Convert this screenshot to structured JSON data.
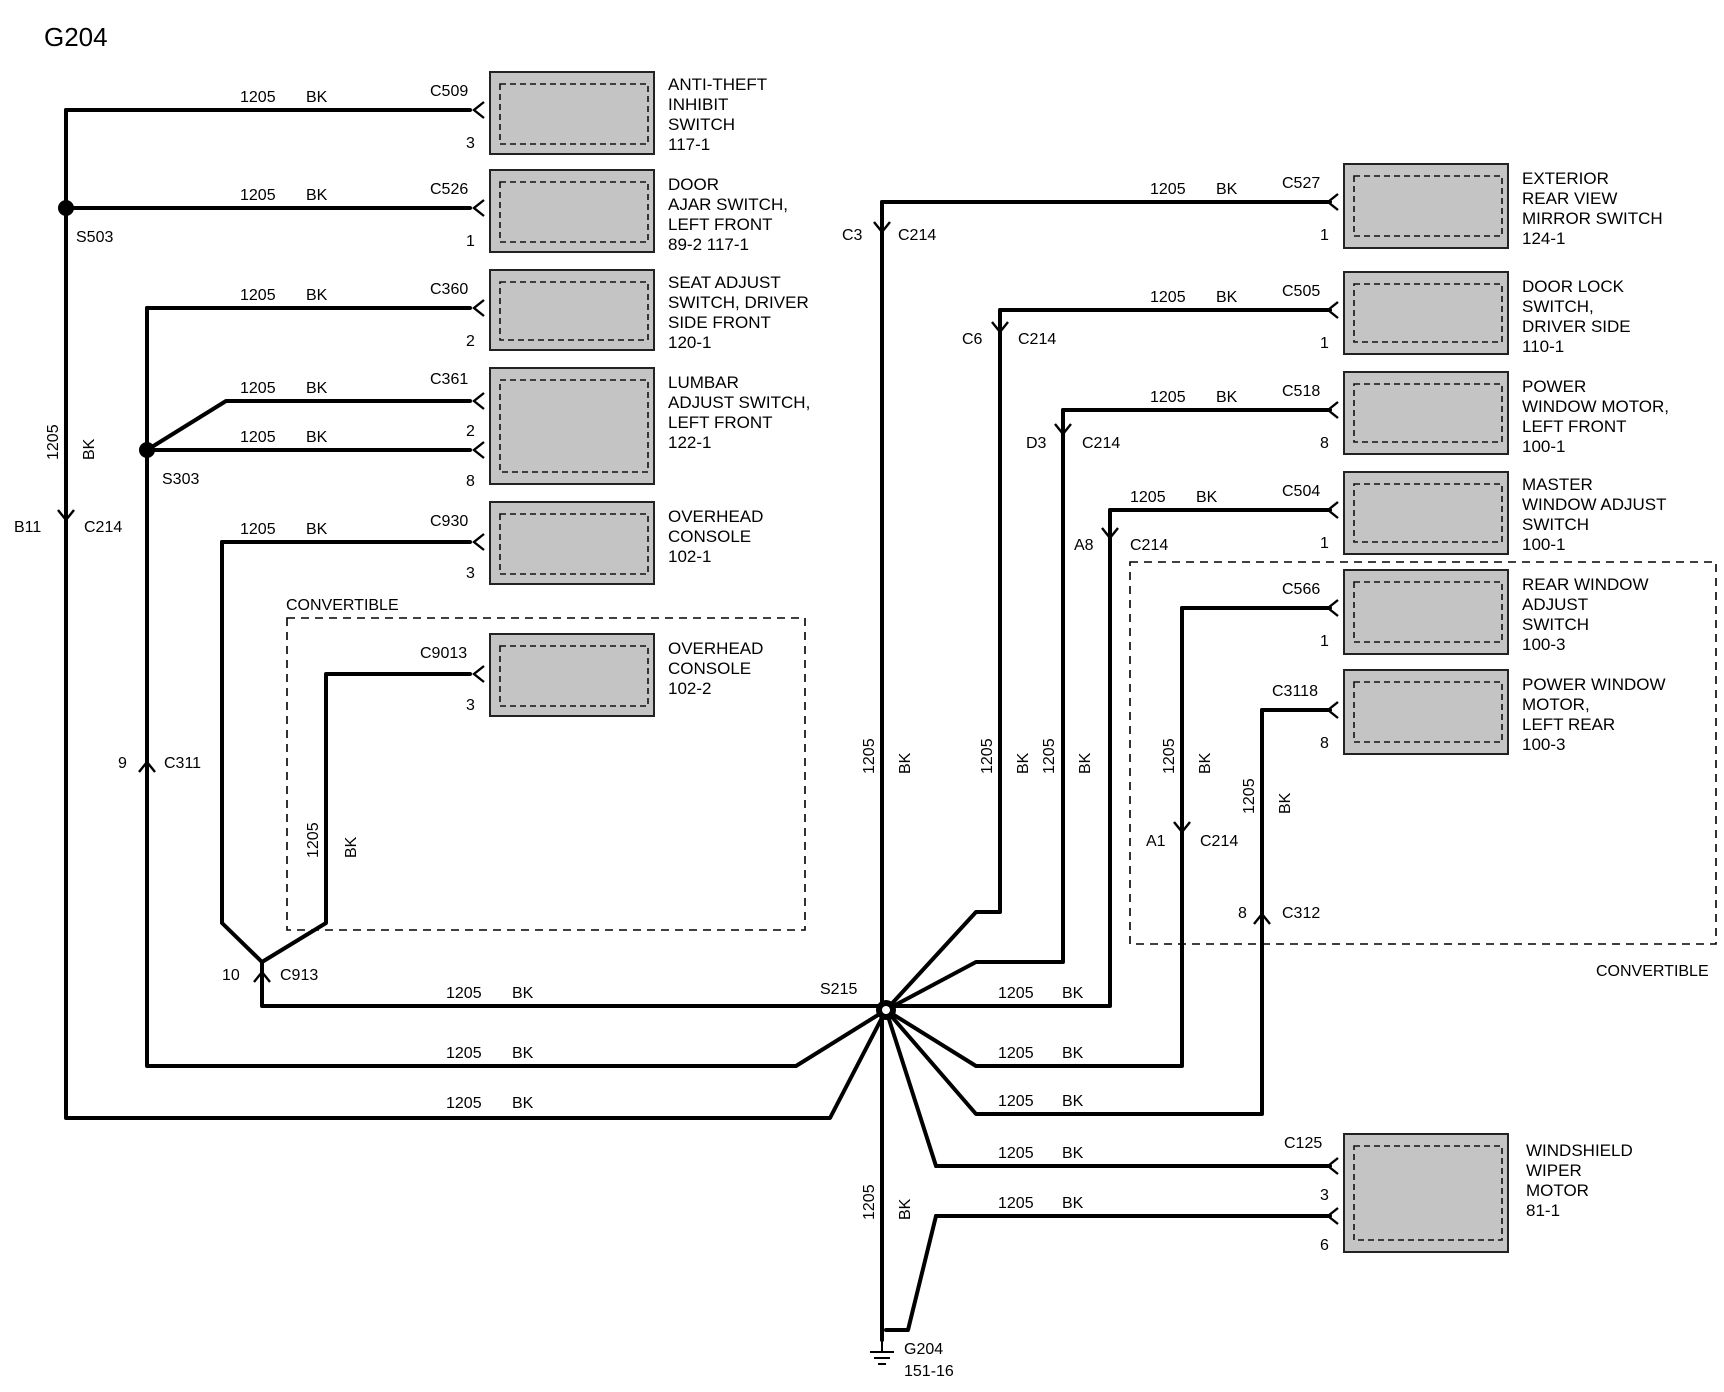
{
  "page_title": "G204",
  "wire": {
    "circuit": "1205",
    "color": "BK"
  },
  "splices": {
    "s503": "S503",
    "s303": "S303",
    "s215": "S215"
  },
  "inline_connectors": {
    "b11_pin": "B11",
    "b11_conn": "C214",
    "c311_pin": "9",
    "c311_conn": "C311",
    "c913_pin": "10",
    "c913_conn": "C913",
    "c3_pin": "C3",
    "c3_conn": "C214",
    "c6_pin": "C6",
    "c6_conn": "C214",
    "d3_pin": "D3",
    "d3_conn": "C214",
    "a8_pin": "A8",
    "a8_conn": "C214",
    "a1_pin": "A1",
    "a1_conn": "C214",
    "c312_pin": "8",
    "c312_conn": "C312"
  },
  "zones": {
    "left_convertible": "CONVERTIBLE",
    "right_convertible": "CONVERTIBLE"
  },
  "ground": {
    "name": "G204",
    "ref": "151-16"
  },
  "components": {
    "anti_theft": {
      "conn": "C509",
      "pin": "3",
      "lines": [
        "ANTI-THEFT",
        "INHIBIT",
        "SWITCH",
        "117-1"
      ]
    },
    "door_ajar": {
      "conn": "C526",
      "pin": "1",
      "lines": [
        "DOOR",
        "AJAR SWITCH,",
        "LEFT FRONT",
        "89-2        117-1"
      ]
    },
    "seat_adjust": {
      "conn": "C360",
      "pin": "2",
      "lines": [
        "SEAT ADJUST",
        "SWITCH, DRIVER",
        "SIDE FRONT",
        "120-1"
      ]
    },
    "lumbar": {
      "conn": "C361",
      "pin1": "2",
      "pin2": "8",
      "lines": [
        "LUMBAR",
        "ADJUST SWITCH,",
        "LEFT FRONT",
        "122-1"
      ]
    },
    "overhead1": {
      "conn": "C930",
      "pin": "3",
      "lines": [
        "OVERHEAD",
        "CONSOLE",
        "102-1"
      ]
    },
    "overhead2": {
      "conn": "C9013",
      "pin": "3",
      "lines": [
        "OVERHEAD",
        "CONSOLE",
        "102-2"
      ]
    },
    "mirror": {
      "conn": "C527",
      "pin": "1",
      "lines": [
        "EXTERIOR",
        "REAR VIEW",
        "MIRROR SWITCH",
        "124-1"
      ]
    },
    "door_lock": {
      "conn": "C505",
      "pin": "1",
      "lines": [
        "DOOR LOCK",
        "SWITCH,",
        "DRIVER SIDE",
        "110-1"
      ]
    },
    "pw_lf": {
      "conn": "C518",
      "pin": "8",
      "lines": [
        "POWER",
        "WINDOW MOTOR,",
        "LEFT FRONT",
        "100-1"
      ]
    },
    "master": {
      "conn": "C504",
      "pin": "1",
      "lines": [
        "MASTER",
        "WINDOW  ADJUST",
        "SWITCH",
        "100-1"
      ]
    },
    "rear_window": {
      "conn": "C566",
      "pin": "1",
      "lines": [
        "REAR WINDOW",
        "ADJUST",
        "SWITCH",
        "100-3"
      ]
    },
    "pw_lr": {
      "conn": "C3118",
      "pin": "8",
      "lines": [
        "POWER WINDOW",
        "MOTOR,",
        "LEFT REAR",
        "100-3"
      ]
    },
    "wiper": {
      "conn": "C125",
      "pin1": "3",
      "pin2": "6",
      "lines": [
        "WINDSHIELD",
        "WIPER",
        "MOTOR",
        "81-1"
      ]
    }
  }
}
